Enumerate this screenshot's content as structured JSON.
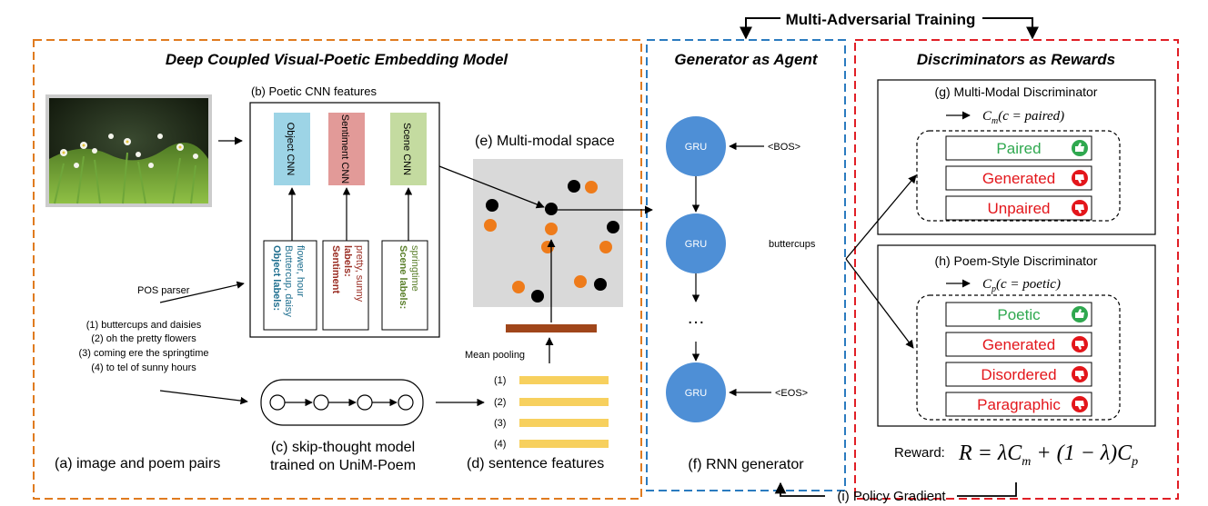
{
  "top_title": "Multi-Adversarial Training",
  "panels": {
    "embedding_title": "Deep Coupled Visual-Poetic Embedding Model",
    "generator_title": "Generator as Agent",
    "discriminators_title": "Discriminators as Rewards"
  },
  "cnn": {
    "caption": "(b) Poetic CNN features",
    "object_cnn": "Object CNN",
    "sentiment_cnn": "Sentiment CNN",
    "scene_cnn": "Scene CNN",
    "object_labels_title": "Object labels:",
    "object_labels_value1": "Buttercup, daisy",
    "object_labels_value2": "flower, hour",
    "sentiment_labels_title1": "Sentiment",
    "sentiment_labels_title2": "labels:",
    "sentiment_labels_value": "pretty, sunny",
    "scene_labels_title": "Scene labels:",
    "scene_labels_value": "springtime"
  },
  "multimodal_caption": "(e) Multi-modal space",
  "mean_pooling": "Mean pooling",
  "sentence_indices": [
    "(1)",
    "(2)",
    "(3)",
    "(4)"
  ],
  "sentence_caption": "(d) sentence features",
  "pos_parser": "POS parser",
  "poem_lines": [
    "(1) buttercups and daisies",
    "(2) oh the pretty flowers",
    "(3) coming ere the springtime",
    "(4) to tel of sunny hours"
  ],
  "image_caption": "(a) image and poem pairs",
  "skip_caption_line1": "(c) skip-thought model",
  "skip_caption_line2": "trained on UniM-Poem",
  "gru_label": "GRU",
  "tokens": {
    "bos": "<BOS>",
    "mid": "buttercups",
    "eos": "<EOS>"
  },
  "ellipsis": "…",
  "rnn_caption": "(f) RNN generator",
  "disc_g": {
    "title": "(g) Multi-Modal Discriminator",
    "formula_c": "C",
    "formula_sub": "m",
    "formula_rest": "(c = paired)",
    "items": [
      "Paired",
      "Generated",
      "Unpaired"
    ]
  },
  "disc_h": {
    "title": "(h) Poem-Style Discriminator",
    "formula_c": "C",
    "formula_sub": "p",
    "formula_rest": "(c = poetic)",
    "items": [
      "Poetic",
      "Generated",
      "Disordered",
      "Paragraphic"
    ]
  },
  "reward_label": "Reward:",
  "reward_formula": "R = λC",
  "reward_sub_m": "m",
  "reward_mid": " + (1 − λ)C",
  "reward_sub_p": "p",
  "policy_gradient": "(i) Policy Gradient",
  "colors": {
    "orange_border": "#e07b1f",
    "blue_border": "#2b7bbf",
    "red_border": "#e01f26",
    "gru_fill": "#4e8fd6",
    "positive": "#2fa84f",
    "negative": "#e3161b",
    "object_cnn": "#9dd4e6",
    "sentiment_cnn": "#e29a98",
    "scene_cnn": "#c4dba0",
    "dot_orange": "#ee7b1a",
    "sentence_bar": "#f7d05e",
    "pool_bar": "#a0461a"
  }
}
